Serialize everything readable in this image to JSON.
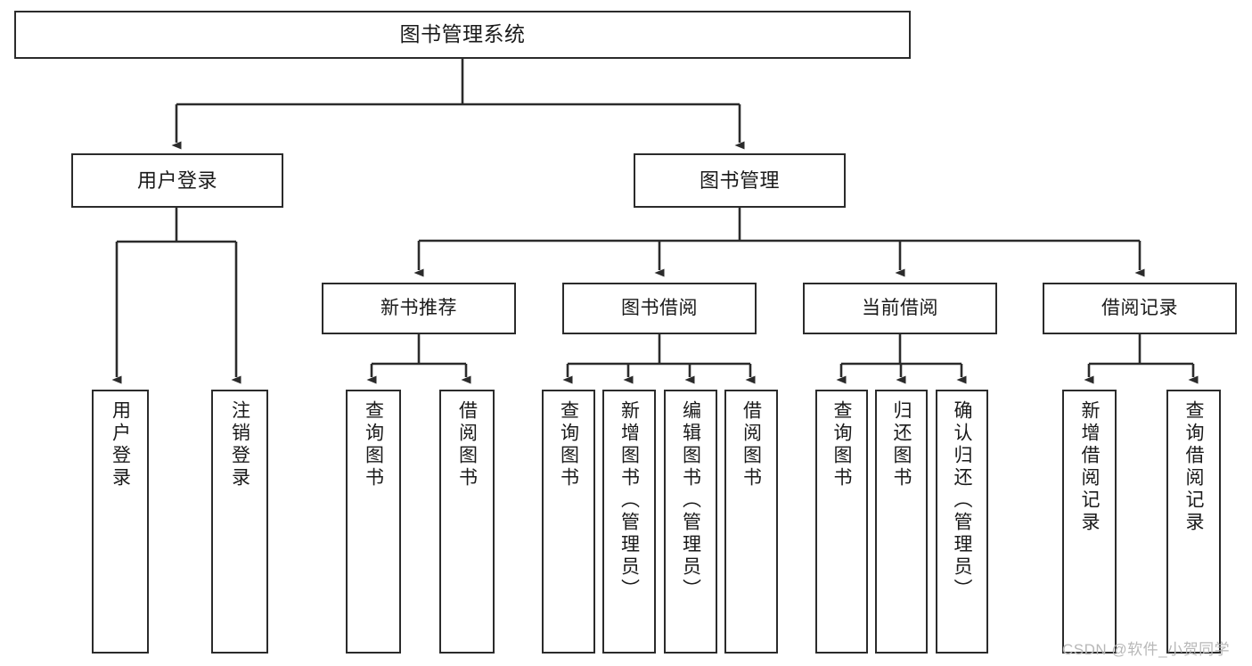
{
  "diagram": {
    "type": "tree-hierarchy-chart",
    "title": "图书管理系统",
    "watermark": "CSDN @软件_小贺同学",
    "colors": {
      "box_border": "#2b2b2b",
      "box_fill": "#ffffff",
      "connector": "#2b2b2b",
      "text": "#1a1a1a",
      "watermark": "#b8b8b8",
      "background": "#ffffff"
    },
    "root": {
      "label": "图书管理系统"
    },
    "level1": [
      {
        "label": "用户登录"
      },
      {
        "label": "图书管理"
      }
    ],
    "level2": [
      {
        "label": "新书推荐"
      },
      {
        "label": "图书借阅"
      },
      {
        "label": "当前借阅"
      },
      {
        "label": "借阅记录"
      }
    ],
    "leaves": {
      "user_login": [
        {
          "label": "用户登录"
        },
        {
          "label": "注销登录"
        }
      ],
      "new_book_recommend": [
        {
          "label": "查询图书"
        },
        {
          "label": "借阅图书"
        }
      ],
      "book_borrow": [
        {
          "label": "查询图书"
        },
        {
          "label": "新增图书（管理员）"
        },
        {
          "label": "编辑图书（管理员）"
        },
        {
          "label": "借阅图书"
        }
      ],
      "current_borrow": [
        {
          "label": "查询图书"
        },
        {
          "label": "归还图书"
        },
        {
          "label": "确认归还（管理员）"
        }
      ],
      "borrow_record": [
        {
          "label": "新增借阅记录"
        },
        {
          "label": "查询借阅记录"
        }
      ]
    }
  }
}
